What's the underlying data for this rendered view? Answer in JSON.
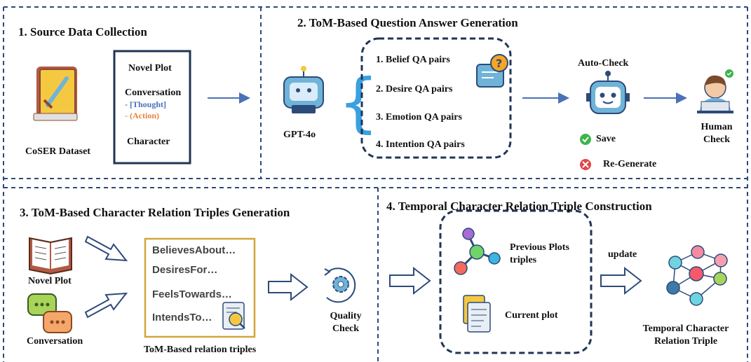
{
  "sections": {
    "s1": {
      "title": "1. Source Data Collection"
    },
    "s2": {
      "title": "2. ToM-Based Question Answer Generation"
    },
    "s3": {
      "title": "3. ToM-Based Character Relation Triples Generation"
    },
    "s4": {
      "title": "4. Temporal Character Relation Triple Construction"
    }
  },
  "source": {
    "dataset_label": "CoSER Dataset",
    "novel_plot": "Novel Plot",
    "conversation": "Conversation",
    "thought": "- [Thought]",
    "action": "- (Action)",
    "character": "Character"
  },
  "qa": {
    "model_label": "GPT-4o",
    "pairs": [
      "1.  Belief QA pairs",
      "2.  Desire QA pairs",
      "3.  Emotion QA pairs",
      "4.  Intention QA pairs"
    ],
    "auto_check": "Auto-Check",
    "save": "Save",
    "regenerate": "Re-Generate",
    "human_check": "Human Check"
  },
  "relation": {
    "novel_plot": "Novel Plot",
    "conversation": "Conversation",
    "triples": [
      "BelievesAbout…",
      "DesiresFor…",
      "FeelsTowards…",
      "IntendsTo…"
    ],
    "box_caption": "ToM-Based relation triples",
    "quality_check": "Quality Check"
  },
  "temporal": {
    "previous": "Previous Plots triples",
    "current": "Current plot",
    "update": "update",
    "result": "Temporal Character Relation Triple"
  },
  "colors": {
    "divider": "#2c4a7a",
    "arrow": "#4a72b8",
    "thought": "#4a72b8",
    "action": "#e8823a",
    "triple_border": "#d4a53a",
    "save": "#3cb54a",
    "regenerate": "#e04848"
  },
  "icons": [
    "book-sword-icon",
    "robot-ai-icon",
    "speech-bubble-icon",
    "robot-icon",
    "human-laptop-icon",
    "open-book-icon",
    "chat-bubbles-icon",
    "search-doc-icon",
    "gear-check-icon",
    "molecule-icon",
    "document-icon",
    "network-icon"
  ]
}
